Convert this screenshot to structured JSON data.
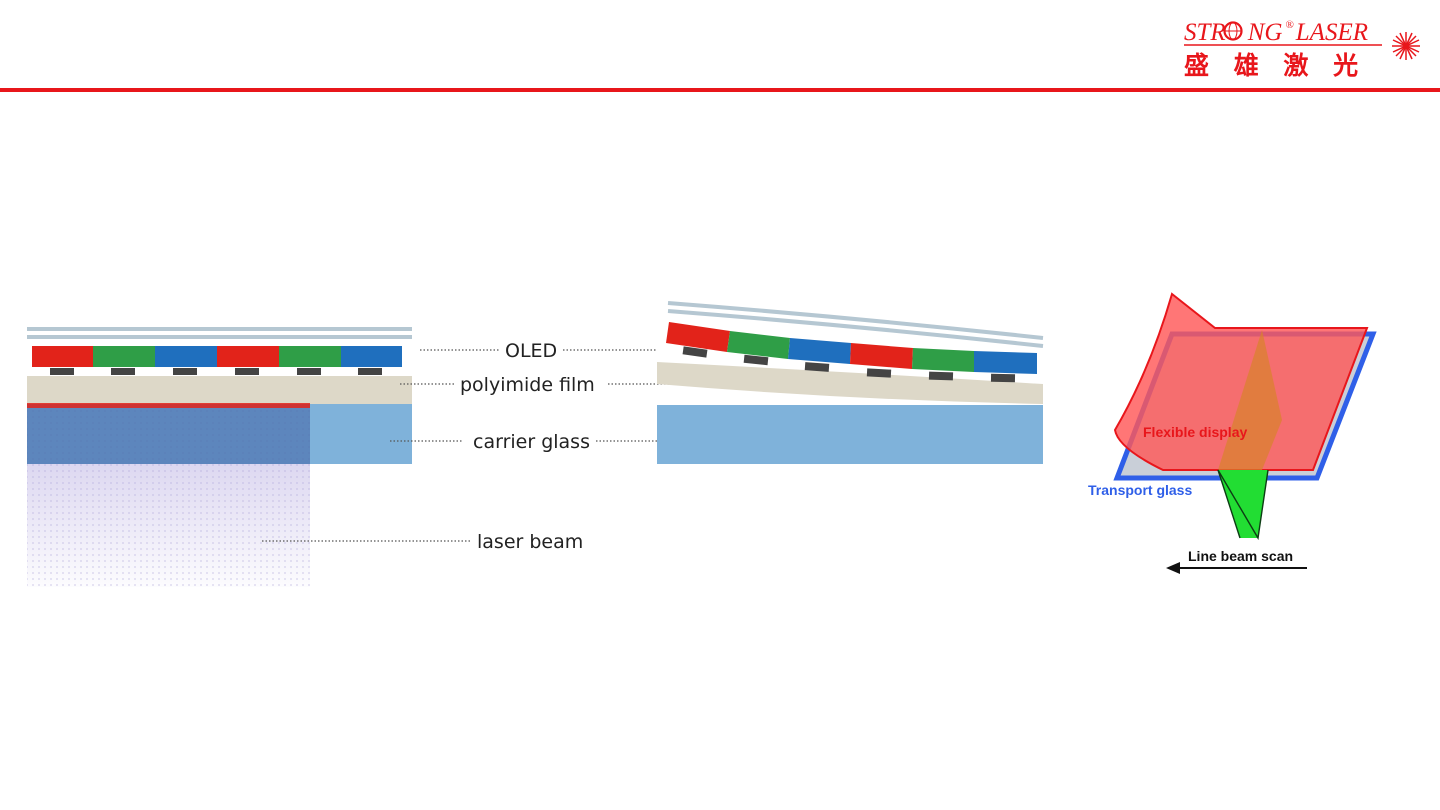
{
  "logo": {
    "latin_left": "STR",
    "latin_mid": "NG",
    "registered": "®",
    "latin_right": "LASER",
    "chinese": "盛 雄 激 光"
  },
  "labels": {
    "oled": "OLED",
    "polyimide": "polyimide film",
    "carrier": "carrier glass",
    "laser": "laser beam"
  },
  "scan_diagram": {
    "flexible_display": "Flexible display",
    "transport_glass": "Transport glass",
    "line_beam_scan": "Line beam scan"
  },
  "colors": {
    "brand_red": "#e8161b",
    "pixel_red": "#e2231a",
    "pixel_green": "#2f9e47",
    "pixel_blue": "#1f6fbe",
    "carrier_glass": "#7fb2da",
    "polyimide": "#ddd8c8",
    "beam_green": "#22dd33",
    "transport_blue": "#2f5fe8"
  }
}
